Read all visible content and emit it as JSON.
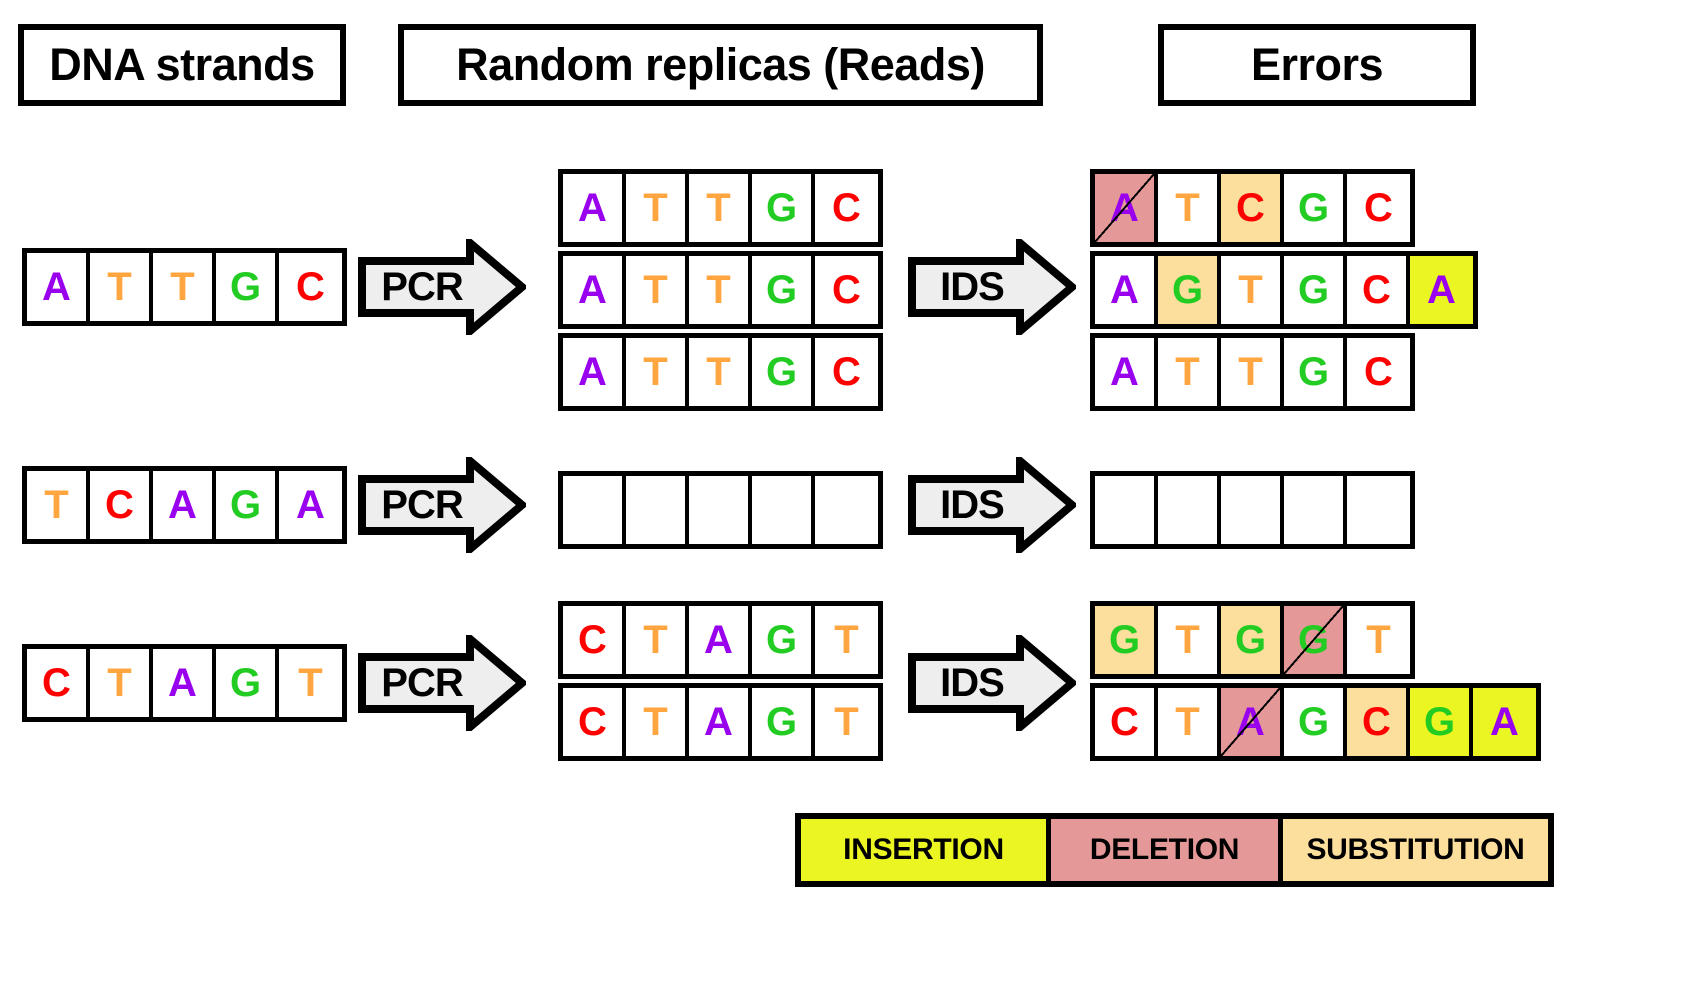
{
  "headers": [
    {
      "id": "dna",
      "label": "DNA strands"
    },
    {
      "id": "reads",
      "label": "Random replicas (Reads)"
    },
    {
      "id": "errors",
      "label": "Errors"
    }
  ],
  "arrow_labels": {
    "pcr": "PCR",
    "ids": "IDS"
  },
  "nucleotide_colors": {
    "A": "#9900ee",
    "T": "#ffa640",
    "G": "#22cc22",
    "C": "#ff0000"
  },
  "error_colors": {
    "insertion": "#eaf521",
    "deletion": "#e49898",
    "substitution": "#fcdf9c"
  },
  "legend": [
    {
      "label": "INSERTION",
      "type": "insertion"
    },
    {
      "label": "DELETION",
      "type": "deletion"
    },
    {
      "label": "SUBSTITUTION",
      "type": "substitution"
    }
  ],
  "rows": [
    {
      "id": "row-1",
      "strand": {
        "bases": [
          "A",
          "T",
          "T",
          "G",
          "C"
        ]
      },
      "reads": [
        {
          "bases": [
            "A",
            "T",
            "T",
            "G",
            "C"
          ]
        },
        {
          "bases": [
            "A",
            "T",
            "T",
            "G",
            "C"
          ]
        },
        {
          "bases": [
            "A",
            "T",
            "T",
            "G",
            "C"
          ]
        }
      ],
      "errors": [
        {
          "bases": [
            "A",
            "T",
            "C",
            "G",
            "C"
          ],
          "marks": [
            "deletion",
            "",
            "substitution",
            "",
            ""
          ]
        },
        {
          "bases": [
            "A",
            "G",
            "T",
            "G",
            "C",
            "A"
          ],
          "marks": [
            "",
            "substitution",
            "",
            "",
            "",
            "insertion"
          ]
        },
        {
          "bases": [
            "A",
            "T",
            "T",
            "G",
            "C"
          ],
          "marks": [
            "",
            "",
            "",
            "",
            ""
          ]
        }
      ]
    },
    {
      "id": "row-2",
      "strand": {
        "bases": [
          "T",
          "C",
          "A",
          "G",
          "A"
        ]
      },
      "reads": [
        {
          "bases": [
            "",
            "",
            "",
            "",
            ""
          ]
        }
      ],
      "errors": [
        {
          "bases": [
            "",
            "",
            "",
            "",
            ""
          ],
          "marks": [
            "",
            "",
            "",
            "",
            ""
          ]
        }
      ]
    },
    {
      "id": "row-3",
      "strand": {
        "bases": [
          "C",
          "T",
          "A",
          "G",
          "T"
        ]
      },
      "reads": [
        {
          "bases": [
            "C",
            "T",
            "A",
            "G",
            "T"
          ]
        },
        {
          "bases": [
            "C",
            "T",
            "A",
            "G",
            "T"
          ]
        }
      ],
      "errors": [
        {
          "bases": [
            "G",
            "T",
            "G",
            "G",
            "T"
          ],
          "marks": [
            "substitution",
            "",
            "substitution",
            "deletion",
            ""
          ]
        },
        {
          "bases": [
            "C",
            "T",
            "A",
            "G",
            "C",
            "G",
            "A"
          ],
          "marks": [
            "",
            "",
            "deletion",
            "",
            "substitution",
            "insertion",
            "insertion"
          ]
        }
      ]
    }
  ]
}
